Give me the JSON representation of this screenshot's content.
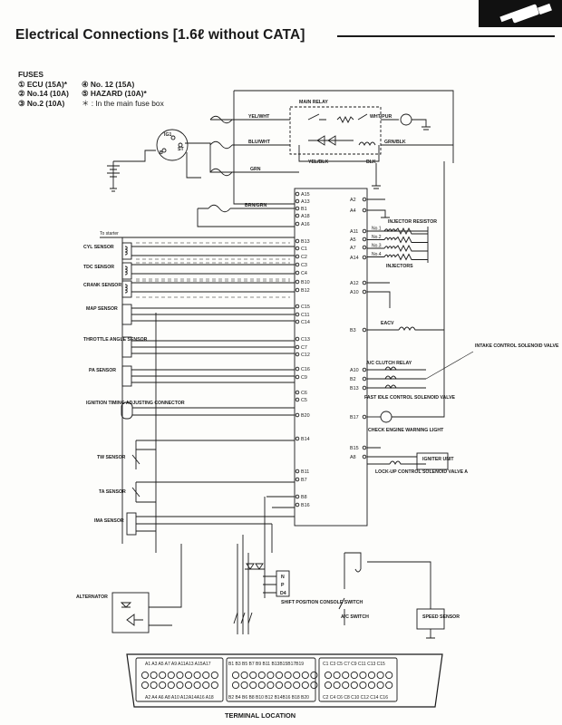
{
  "title": "Electrical Connections [1.6ℓ without CATA]",
  "icon": "connector-plug-icon",
  "fuses": {
    "heading": "FUSES",
    "items": [
      "① ECU (15A)*",
      "④ No. 12 (15A)",
      "② No.14 (10A)",
      "⑤ HAZARD (10A)*",
      "③ No.2 (10A)",
      "＊ : In the main fuse box"
    ]
  },
  "relay": {
    "title": "MAIN RELAY",
    "ig1": "IG1",
    "b": "B",
    "st": "ST"
  },
  "wires": {
    "yel_wht": "YEL/WHT",
    "wht_pur": "WHT/PUR",
    "blu_wht": "BLU/WHT",
    "grn_blk": "GRN/BLK",
    "yel_blk": "YEL/BLK",
    "blk": "BLK",
    "grn": "GRN",
    "brn_grn": "BRN/GRN",
    "to_starter": "To starter"
  },
  "sensors": {
    "cyl": "CYL SENSOR",
    "tdc": "TDC SENSOR",
    "crank": "CRANK SENSOR",
    "map": "MAP SENSOR",
    "throttle": "THROTTLE ANGLE SENSOR",
    "pa": "PA SENSOR",
    "ignition": "IGNITION TIMING ADJUSTING CONNECTOR",
    "tw": "TW SENSOR",
    "ta": "TA SENSOR",
    "ima": "IMA SENSOR",
    "alternator": "ALTERNATOR",
    "speed": "SPEED SENSOR"
  },
  "left_pins": [
    "A15",
    "A13",
    "B1",
    "A18",
    "A16",
    "B13",
    "C1",
    "C2",
    "C3",
    "C4",
    "B10",
    "B12",
    "C15",
    "C11",
    "C14",
    "C13",
    "C7",
    "C12",
    "C16",
    "C9",
    "C6",
    "C5",
    "B20",
    "B14",
    "B11",
    "B7",
    "B8",
    "B16"
  ],
  "right_pins": [
    "A2",
    "A4",
    "A11",
    "A5",
    "A7",
    "A14",
    "A12",
    "A10",
    "B3",
    "A10",
    "B2",
    "B13",
    "B17",
    "B15",
    "A8"
  ],
  "injector_labels": [
    "No.1",
    "No.2",
    "No.3",
    "No.4"
  ],
  "outputs": {
    "injector_resistor": "INJECTOR RESISTOR",
    "injectors": "INJECTORS",
    "eacv": "EACV",
    "ac_clutch": "A/C CLUTCH RELAY",
    "intake_control": "INTAKE CONTROL SOLENOID VALVE",
    "fast_idle": "FAST IDLE CONTROL SOLENOID VALVE",
    "check_engine": "CHECK ENGINE WARNING LIGHT",
    "igniter": "IGNITER UNIT",
    "lockup": "LOCK-UP CONTROL SOLENOID VALVE A",
    "shift_position": "SHIFT POSITION CONSOLE SWITCH",
    "ac_switch": "A/C SWITCH",
    "shift_letters": [
      "N",
      "P",
      "D4"
    ]
  },
  "terminal": {
    "top_a": "A1 A3 A5 A7 A9 A11A13 A15A17",
    "top_b": "B1 B3 B5 B7 B9 B11 B13B15B17B19",
    "top_c": "C1 C3 C5 C7 C9 C11 C13 C15",
    "bot_a": "A2 A4 A6 A8 A10 A12A14A16 A18",
    "bot_b": "B2 B4 B6 B8 B10 B12 B14B16 B18 B20",
    "bot_c": "C2 C4 C6 C8 C10 C12 C14 C16",
    "label": "TERMINAL LOCATION"
  }
}
